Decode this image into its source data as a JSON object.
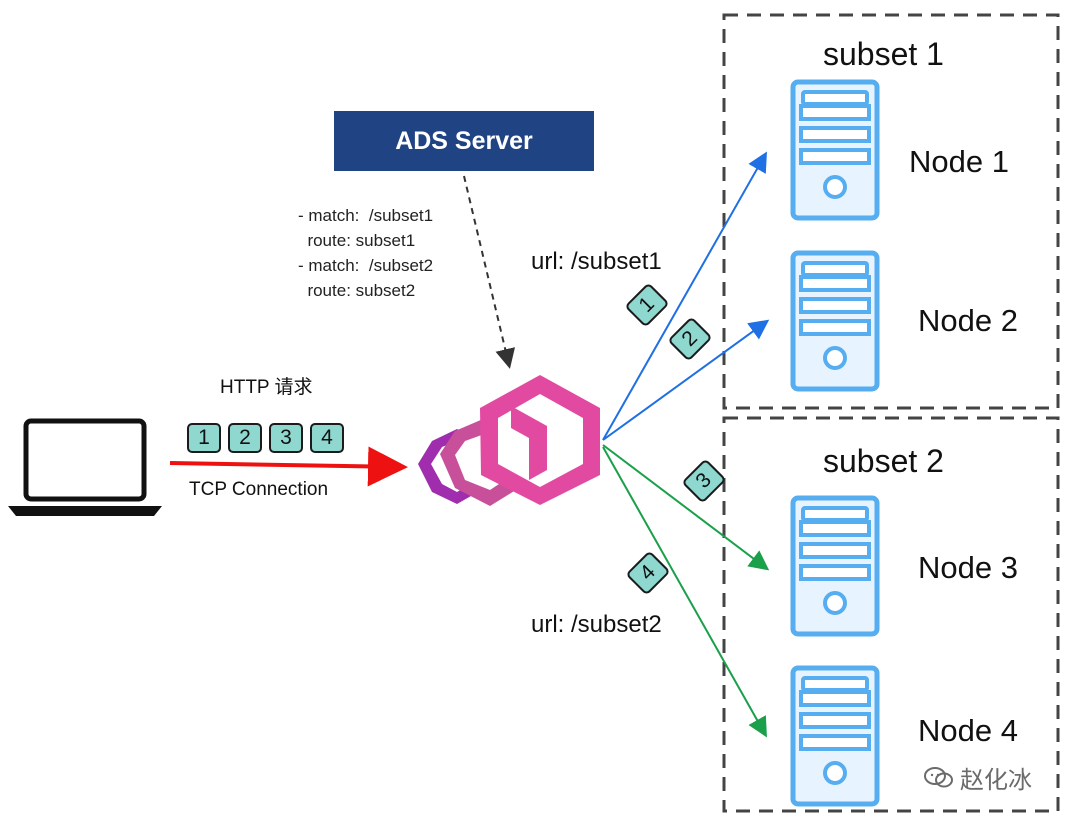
{
  "ads_server": {
    "label": "ADS Server"
  },
  "routing_rules": [
    "- match:  /subset1",
    "  route: subset1",
    "- match:  /subset2",
    "  route: subset2"
  ],
  "client": {
    "request_label": "HTTP 请求",
    "connection_label": "TCP Connection",
    "packets": [
      "1",
      "2",
      "3",
      "4"
    ]
  },
  "routes": {
    "url_subset1": "url:  /subset1",
    "url_subset2": "url:  /subset2",
    "path_packets": [
      "1",
      "2",
      "3",
      "4"
    ]
  },
  "subsets": [
    {
      "title": "subset 1",
      "nodes": [
        "Node 1",
        "Node 2"
      ]
    },
    {
      "title": "subset 2",
      "nodes": [
        "Node 3",
        "Node 4"
      ]
    }
  ],
  "watermark": {
    "text": "赵化冰"
  },
  "colors": {
    "ads_bg": "#1f4383",
    "packet_fill": "#8fd8cf",
    "request_arrow": "#ee1111",
    "route_blue": "#1f6fe5",
    "route_green": "#1aa04a",
    "server_blue": "#56adf0",
    "server_fill": "#e7f4ff",
    "envoy_pink": "#e24aa2",
    "envoy_purple": "#a02dad"
  }
}
